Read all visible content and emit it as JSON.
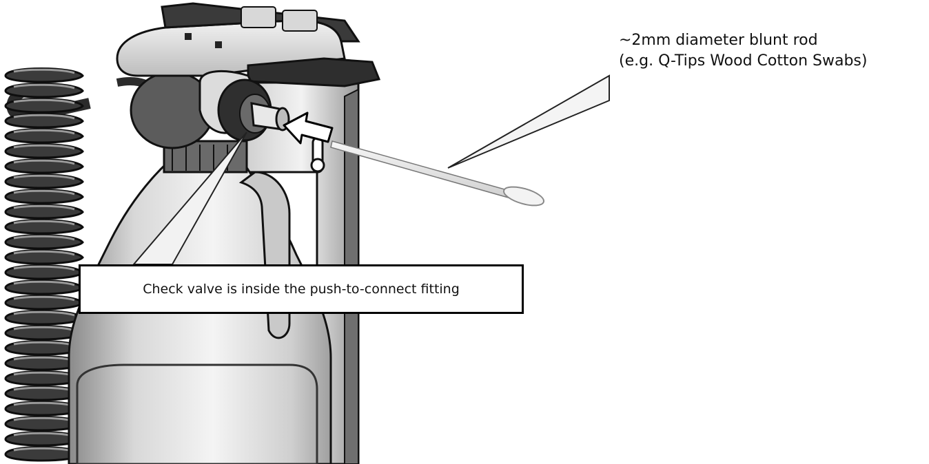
{
  "callouts": {
    "rod": {
      "line1": "~2mm diameter blunt rod",
      "line2": "(e.g. Q-Tips Wood Cotton Swabs)"
    },
    "check_valve": "Check valve is inside the push-to-connect fitting"
  },
  "colors": {
    "background": "#ffffff",
    "outline": "#000000",
    "metal_light": "#e6e6e6",
    "metal_mid": "#bdbdbd",
    "metal_dark": "#3a3a3a"
  }
}
